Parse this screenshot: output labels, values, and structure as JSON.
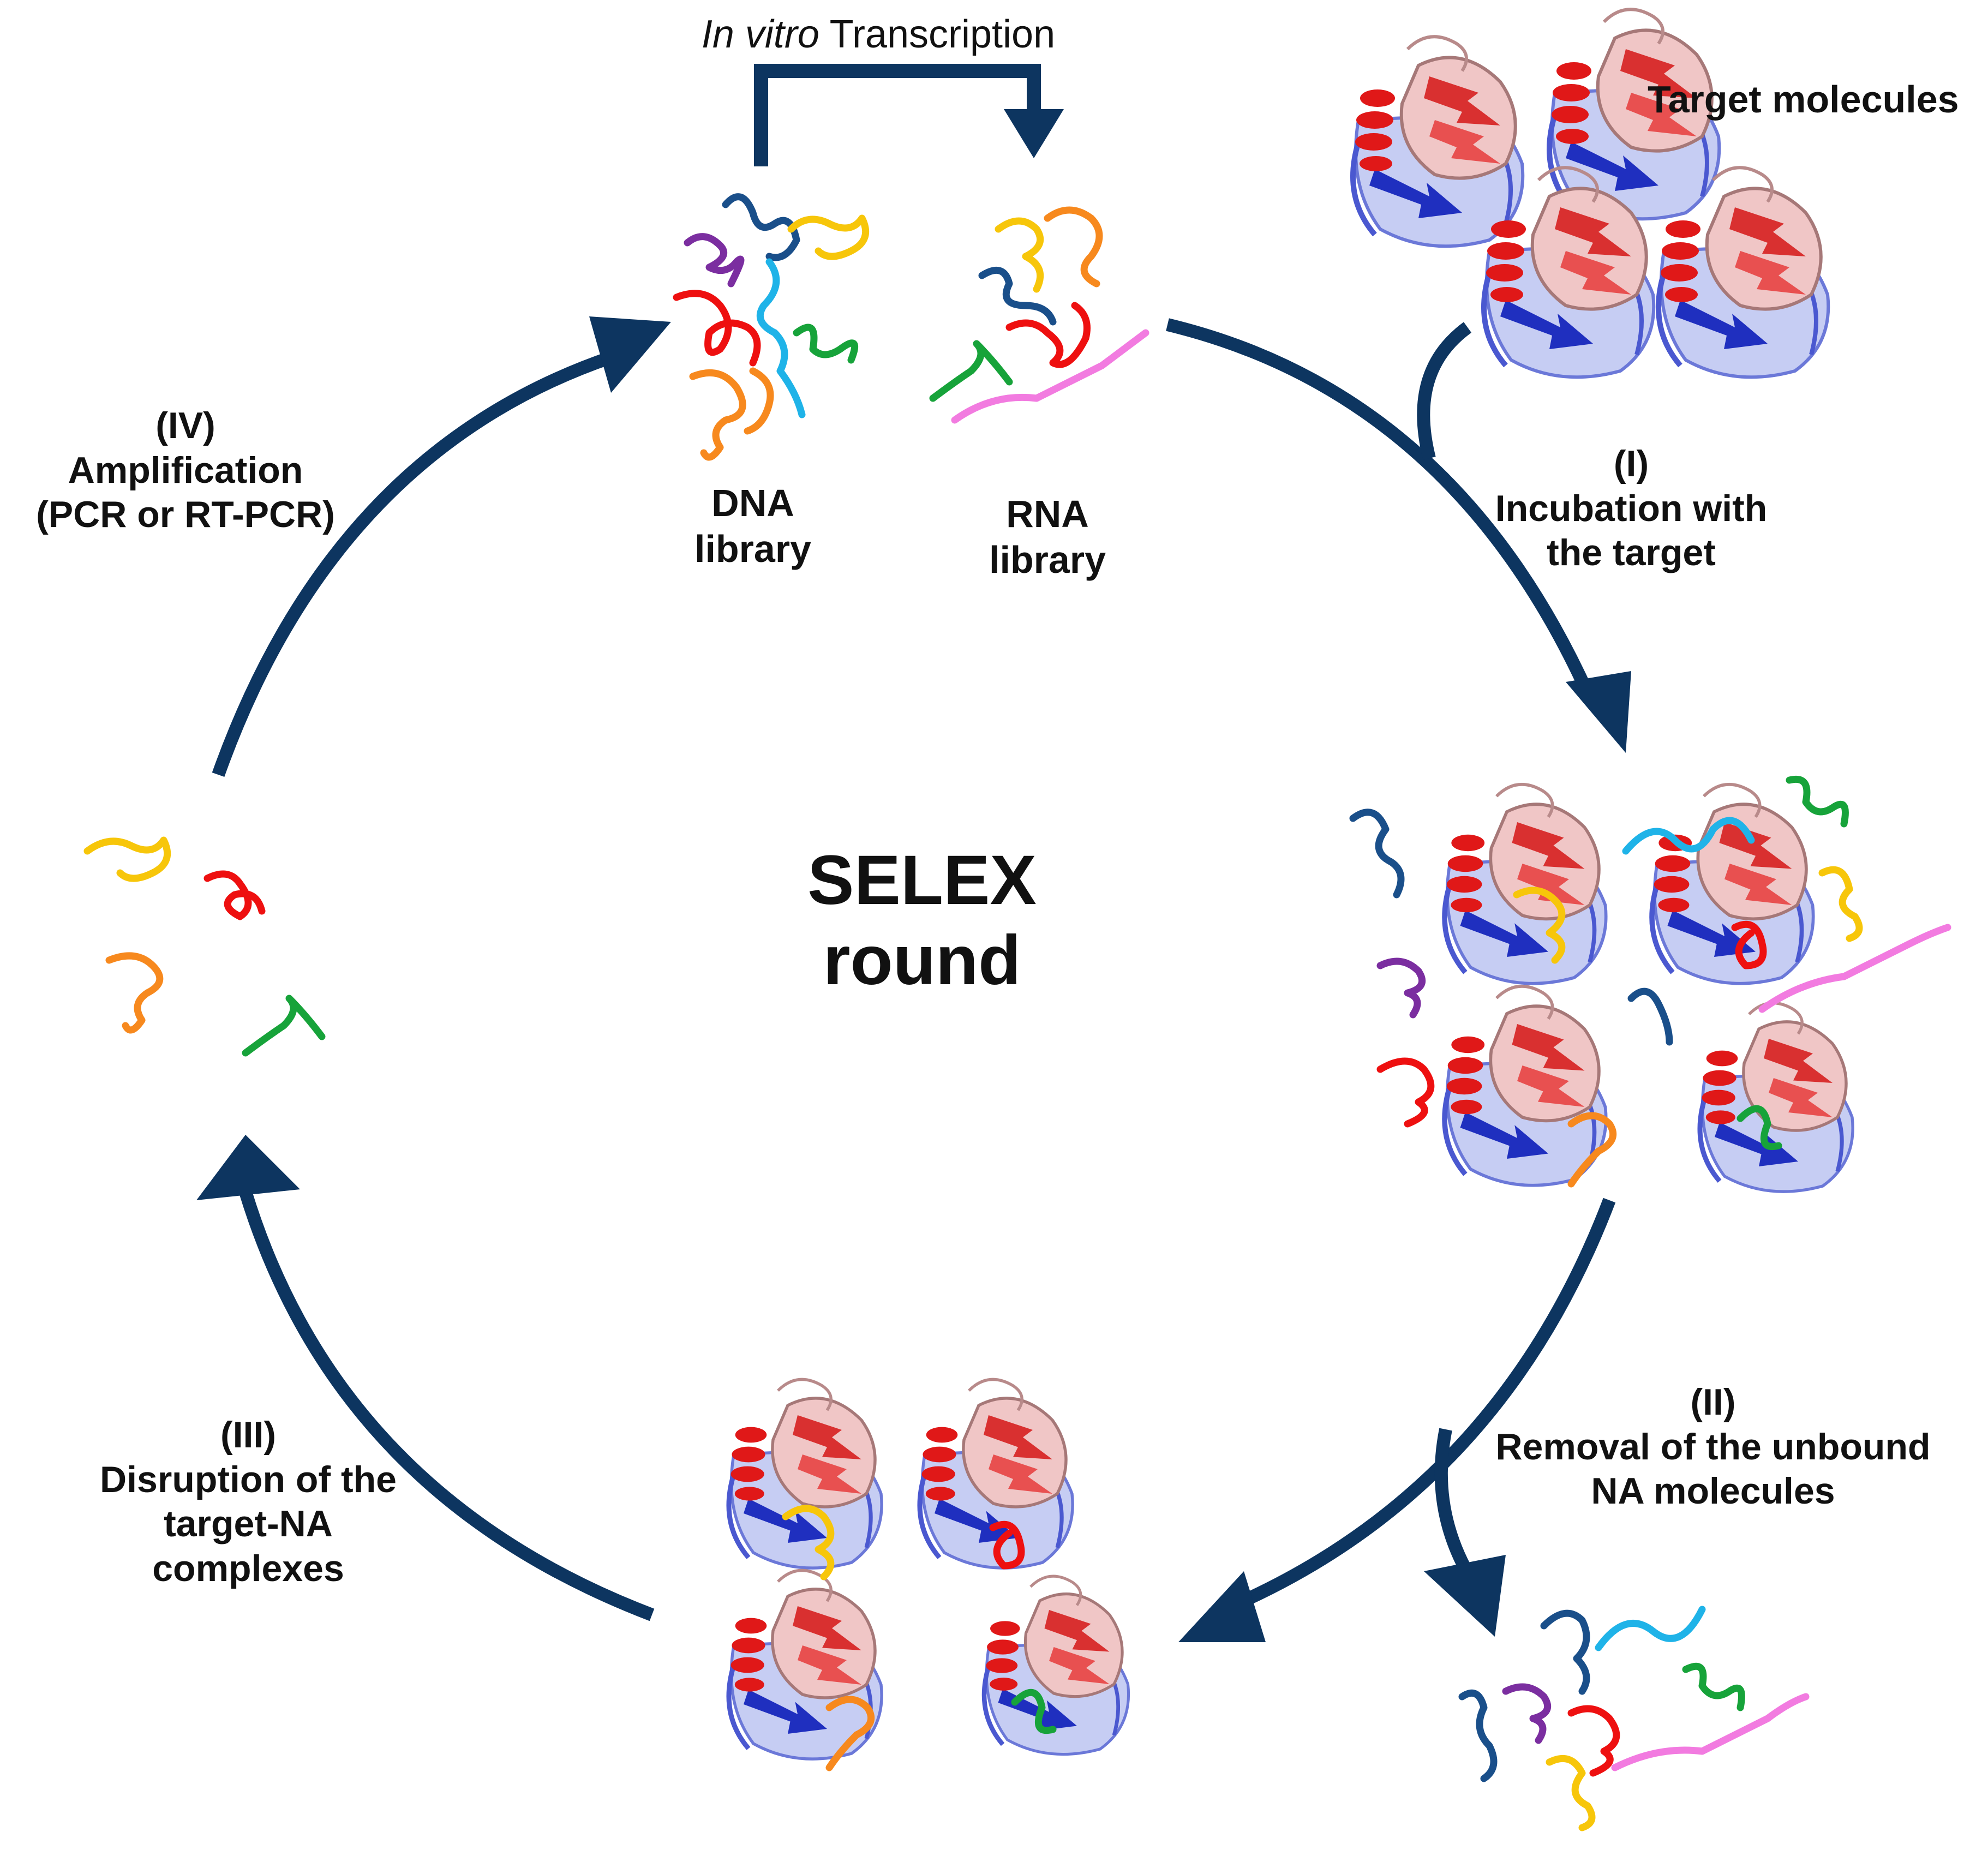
{
  "title": {
    "line1": "SELEX",
    "line2": "round"
  },
  "transcription": {
    "italic": "In vitro",
    "rest": " Transcription"
  },
  "libraries": {
    "dna": {
      "line1": "DNA",
      "line2": "library"
    },
    "rna": {
      "line1": "RNA",
      "line2": "library"
    }
  },
  "target_label": "Target molecules",
  "steps": {
    "step1": {
      "num": "(I)",
      "line1": "Incubation with",
      "line2": "the target"
    },
    "step2": {
      "num": "(II)",
      "line1": "Removal of the unbound",
      "line2": "NA molecules"
    },
    "step3": {
      "num": "(III)",
      "line1": "Disruption of the",
      "line2": "target-NA",
      "line3": "complexes"
    },
    "step4": {
      "num": "(IV)",
      "line1": "Amplification",
      "line2": "(PCR or RT-PCR)"
    }
  },
  "colors": {
    "arrow": "#0d3560",
    "helix": "#e01818",
    "sheet": "#1f2fbf",
    "strand_yellow": "#f7c60a",
    "strand_red": "#ee1010",
    "strand_orange": "#f7891e",
    "strand_green": "#17a33a",
    "strand_navy": "#1a4f8a",
    "strand_cyan": "#1fb3e8",
    "strand_purple": "#7b2ea0",
    "strand_pink": "#f27be0"
  }
}
